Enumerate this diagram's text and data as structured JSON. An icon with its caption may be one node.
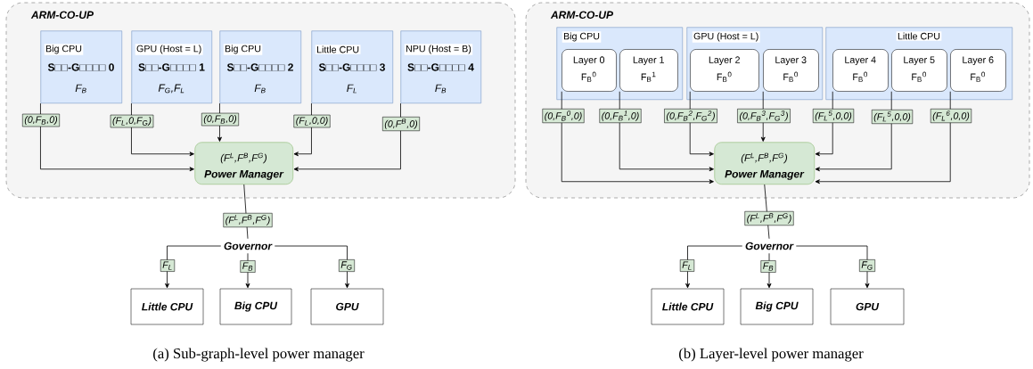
{
  "diagram": {
    "nodes": [
      {
        "text": [
          "ARM-CO-UP"
        ]
      },
      {
        "text": [
          "Big CPU",
          "S□□-G□□□□ 0",
          "F$_{B}$"
        ],
        "in": 0
      },
      {
        "text": [
          "GPU (Host = L)",
          "S□□-G□□□□ 1",
          "F$_{G}$,F$_{L}$"
        ],
        "in": 0
      },
      {
        "text": [
          "Big CPU",
          "S□□-G□□□□ 2",
          "F$_{B}$"
        ],
        "in": 0
      },
      {
        "text": [
          "Little CPU",
          "S□□-G□□□□ 3",
          "F$_{L}$"
        ],
        "in": 0
      },
      {
        "text": [
          "NPU (Host = B)",
          "S□□-G□□□□ 4",
          "F$_{B}$"
        ],
        "in": 0
      },
      {
        "text": [
          "(F$^{L}$,F$^{B}$,F$^{G}$)",
          "Power Manager"
        ],
        "in": 0
      },
      {
        "text": [
          "Governor"
        ]
      },
      {
        "text": [
          "Little CPU"
        ]
      },
      {
        "text": [
          "Big CPU"
        ]
      },
      {
        "text": [
          "GPU"
        ]
      },
      {
        "text": [
          "ARM-CO-UP"
        ]
      },
      {
        "text": [
          "Big CPU"
        ],
        "in": 11
      },
      {
        "text": [
          "Layer 0",
          "F$_{B}$$^{0}$"
        ],
        "in": 12
      },
      {
        "text": [
          "Layer 1",
          "F$_{B}$$^{1}$"
        ],
        "in": 12
      },
      {
        "text": [
          "GPU (Host = L)"
        ],
        "in": 11
      },
      {
        "text": [
          "Layer 2",
          "F$_{B}$$^{0}$"
        ],
        "in": 15
      },
      {
        "text": [
          "Layer 3",
          "F$_{B}$$^{0}$"
        ],
        "in": 15
      },
      {
        "text": [
          "Little CPU"
        ],
        "in": 11
      },
      {
        "text": [
          "Layer 4",
          "F$_{B}$$^{0}$"
        ],
        "in": 18
      },
      {
        "text": [
          "Layer 5",
          "F$_{B}$$^{0}$"
        ],
        "in": 18
      },
      {
        "text": [
          "Layer 6",
          "F$_{B}$$^{0}$"
        ],
        "in": 18
      },
      {
        "text": [
          "(F$^{L}$,F$^{B}$,F$^{G}$)",
          "Power Manager"
        ],
        "in": 11
      },
      {
        "text": [
          "Governor"
        ]
      },
      {
        "text": [
          "Little CPU"
        ]
      },
      {
        "text": [
          "Big CPU"
        ]
      },
      {
        "text": [
          "GPU"
        ]
      }
    ],
    "edges": [
      {
        "from": 1,
        "to": 6,
        "arrow": "to",
        "label": "(0,F$_{B}$,0)"
      },
      {
        "from": 2,
        "to": 6,
        "arrow": "to",
        "label": "(F$_{L}$,0,F$_{G}$)"
      },
      {
        "from": 3,
        "to": 6,
        "arrow": "to",
        "label": "(0,F$_{B}$,0)"
      },
      {
        "from": 4,
        "to": 6,
        "arrow": "to",
        "label": "(F$_{L}$,0,0)"
      },
      {
        "from": 5,
        "to": 6,
        "arrow": "to",
        "label": "(0,F$^{B}$,0)"
      },
      {
        "from": 6,
        "to": 7,
        "arrow": "none",
        "label": "(F$^{L}$,F$^{B}$,F$^{G}$)"
      },
      {
        "from": 7,
        "to": 8,
        "arrow": "to",
        "label": "F$_{L}$"
      },
      {
        "from": 7,
        "to": 9,
        "arrow": "to",
        "label": "F$_{B}$"
      },
      {
        "from": 7,
        "to": 10,
        "arrow": "to",
        "label": "F$_{G}$"
      },
      {
        "from": 13,
        "to": 22,
        "arrow": "to",
        "label": "(0,F$_{B}$$^{0}$,0)"
      },
      {
        "from": 14,
        "to": 22,
        "arrow": "to",
        "label": "(0,F$_{B}$$^{1}$,0)"
      },
      {
        "from": 16,
        "to": 22,
        "arrow": "to",
        "label": "(0,F$_{B}$$^{2}$,F$_{G}$$^{2}$)"
      },
      {
        "from": 17,
        "to": 22,
        "arrow": "to",
        "label": "(0,F$_{B}$$^{3}$,F$_{G}$$^{3}$)"
      },
      {
        "from": 19,
        "to": 22,
        "arrow": "to",
        "label": "(F$_{L}$$^{5}$,0,0)"
      },
      {
        "from": 20,
        "to": 22,
        "arrow": "to",
        "label": "(F$_{L}$$^{5}$,0,0)"
      },
      {
        "from": 21,
        "to": 22,
        "arrow": "to",
        "label": "(F$_{L}$$^{6}$,0,0)"
      },
      {
        "from": 22,
        "to": 23,
        "arrow": "none",
        "label": "(F$^{L}$,F$^{B}$,F$^{G}$)"
      },
      {
        "from": 23,
        "to": 24,
        "arrow": "to",
        "label": "F$_{L}$"
      },
      {
        "from": 23,
        "to": 25,
        "arrow": "to",
        "label": "F$_{B}$"
      },
      {
        "from": 23,
        "to": 26,
        "arrow": "to",
        "label": "F$_{G}$"
      }
    ],
    "labels": [
      "(a) Sub-graph-level power manager",
      "(b) Layer-level power manager"
    ]
  }
}
